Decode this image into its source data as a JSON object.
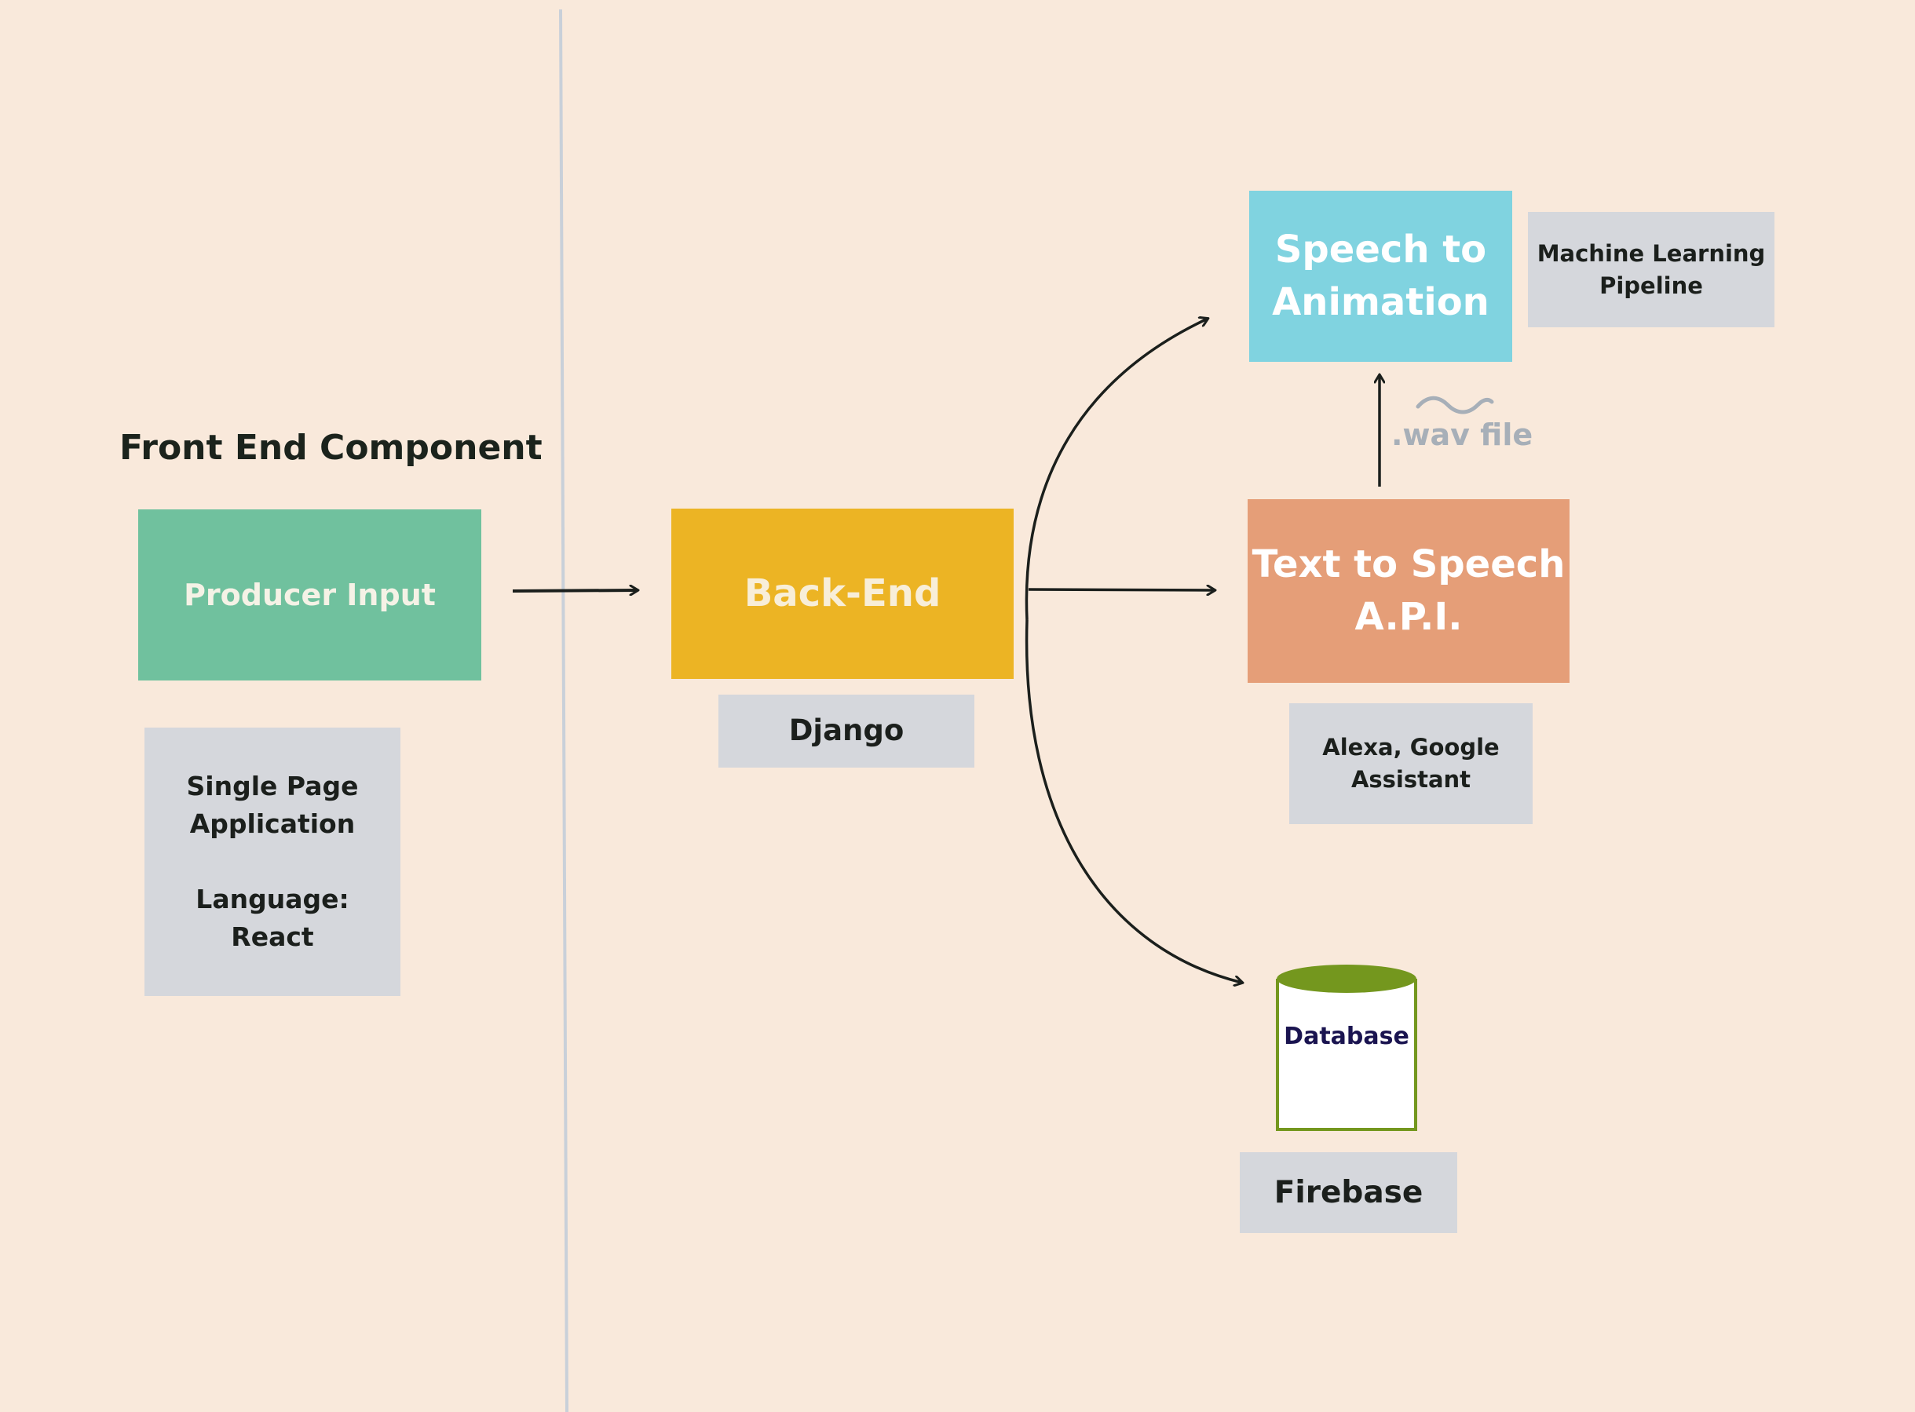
{
  "frontend": {
    "title": "Front End Component",
    "producer_input": "Producer Input",
    "spa_note": "Single Page\nApplication\n\nLanguage:\nReact"
  },
  "backend": {
    "label": "Back-End",
    "tech": "Django"
  },
  "speech_to_animation": {
    "label": "Speech to\nAnimation",
    "note": "Machine Learning\nPipeline"
  },
  "tts": {
    "label": "Text to Speech\nA.P.I.",
    "note": "Alexa, Google\nAssistant",
    "transfer_label": ".wav file"
  },
  "database": {
    "label": "Database",
    "tech": "Firebase"
  },
  "colors": {
    "background": "#f9e9db",
    "producer_input": "#70c19e",
    "backend": "#ecb424",
    "speech_to_animation": "#80d3e0",
    "tts": "#e59e78",
    "database_accent": "#74971e",
    "note": "#d5d7dc"
  },
  "icons": [
    "wave-icon",
    "database-cylinder-icon"
  ]
}
